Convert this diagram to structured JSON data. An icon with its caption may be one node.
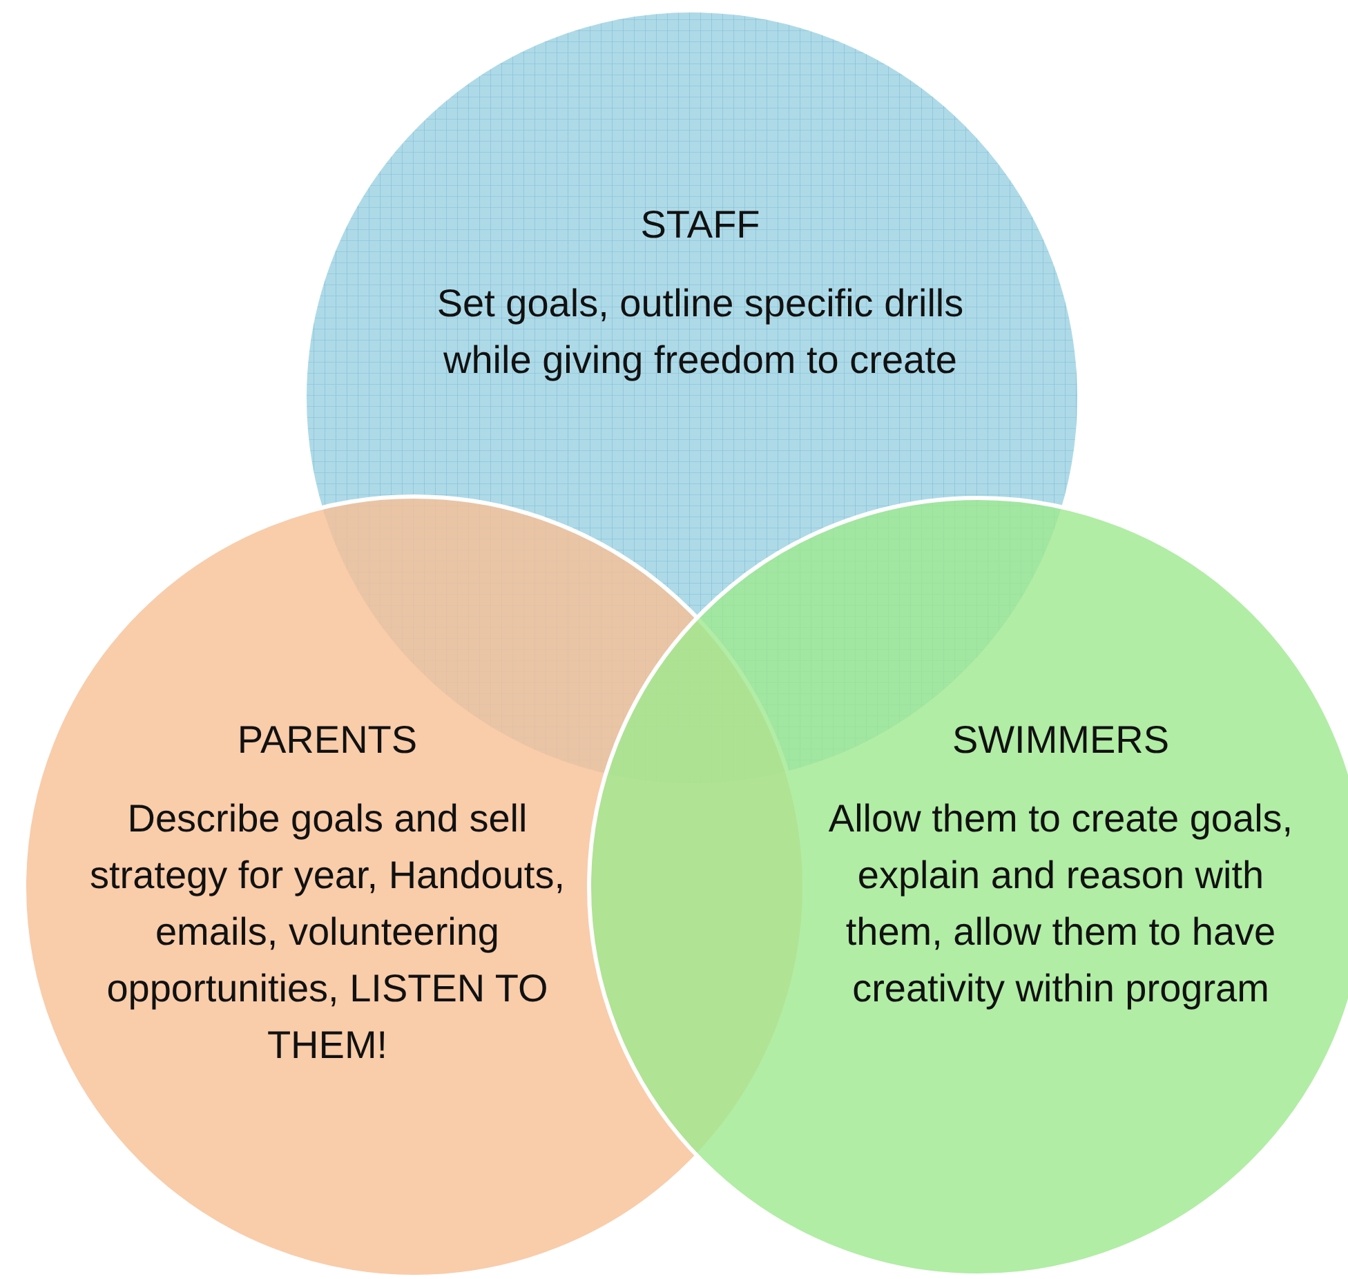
{
  "diagram": {
    "nodes": [
      {
        "text": [
          "STAFF",
          "Set goals, outline specific drills while giving freedom to create"
        ]
      },
      {
        "text": [
          "PARENTS",
          "Describe goals and sell strategy for year, Handouts, emails, volunteering opportunities, LISTEN TO THEM!"
        ]
      },
      {
        "text": [
          "SWIMMERS",
          "Allow them to create goals, explain and reason with them, allow them to have creativity within program"
        ]
      }
    ]
  }
}
